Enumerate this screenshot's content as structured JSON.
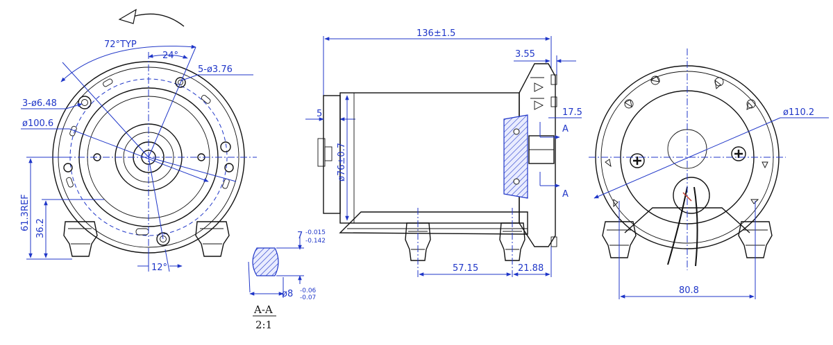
{
  "front_view": {
    "rotation_arrow": "rotation-direction-arrow",
    "pattern_angle": "72°TYP",
    "angle_24": "24°",
    "small_holes": "5-ø3.76",
    "big_holes": "3-ø6.48",
    "diameter": "ø100.6",
    "height_ref": "61.3REF",
    "height_36": "36.2",
    "angle_12": "12°"
  },
  "side_view": {
    "length": "136±1.5",
    "flange_offset": "3.55",
    "rear_cap": "5",
    "body_diameter": "ø76±0.7",
    "shaft_len": "17.5",
    "section_label_top": "A",
    "section_label_bottom": "A",
    "foot_spacing": "57.15",
    "foot_offset": "21.88"
  },
  "section": {
    "key_width": "7",
    "key_tol_upper": "-0.015",
    "key_tol_lower": "-0.142",
    "shaft_dia": "ø8",
    "shaft_tol_upper": "-0.06",
    "shaft_tol_lower": "-0.07",
    "title": "A-A",
    "scale": "2:1"
  },
  "rear_view": {
    "diameter": "ø110.2",
    "foot_width": "80.8"
  }
}
